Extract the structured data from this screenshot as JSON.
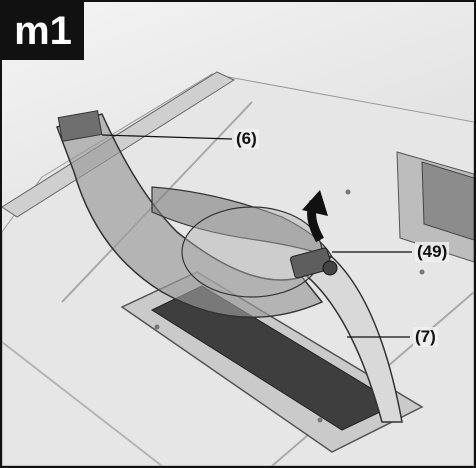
{
  "figure": {
    "badge": "m1",
    "callouts": {
      "guard": "(6)",
      "lever": "(49)",
      "riving_knife": "(7)"
    }
  },
  "colors": {
    "table": "#dcdcdc",
    "guard": "#8a8a8a",
    "outline": "#333333",
    "arrow": "#111111"
  }
}
